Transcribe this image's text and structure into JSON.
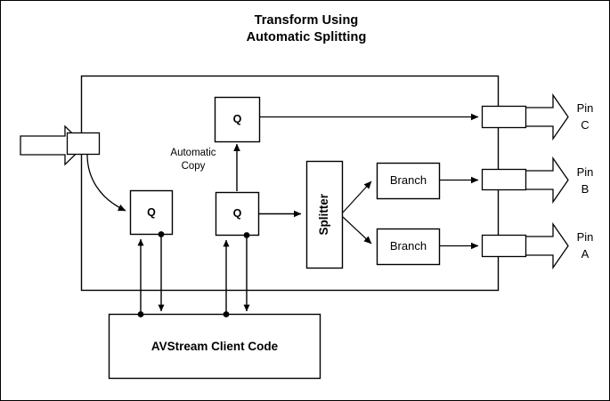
{
  "diagram": {
    "title_line1": "Transform Using",
    "title_line2": "Automatic Splitting",
    "filter_outline_name": "transform-filter-boundary",
    "annotations": {
      "automatic_copy_line1": "Automatic",
      "automatic_copy_line2": "Copy"
    },
    "client_box": {
      "label": "AVStream Client Code"
    },
    "queues": [
      {
        "label": "Q",
        "id": "queue-top-automatic-copy"
      },
      {
        "label": "Q",
        "id": "queue-left"
      },
      {
        "label": "Q",
        "id": "queue-middle"
      }
    ],
    "splitter": {
      "label": "Splitter"
    },
    "branches": [
      {
        "label": "Branch",
        "id": "branch-upper"
      },
      {
        "label": "Branch",
        "id": "branch-lower"
      }
    ],
    "input_pin": {
      "label": ""
    },
    "output_pins": [
      {
        "line1": "Pin",
        "line2": "C",
        "id": "pin-c"
      },
      {
        "line1": "Pin",
        "line2": "B",
        "id": "pin-b"
      },
      {
        "line1": "Pin",
        "line2": "A",
        "id": "pin-a"
      }
    ],
    "colors": {
      "stroke": "#000000",
      "background": "#ffffff",
      "text": "#000000"
    }
  }
}
